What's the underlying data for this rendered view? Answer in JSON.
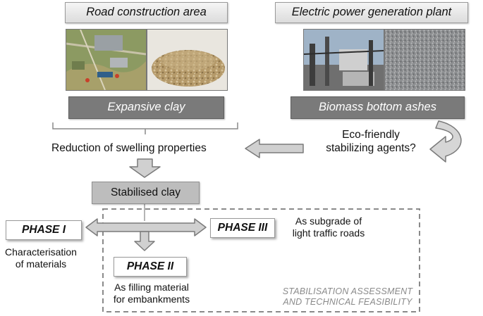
{
  "headers": {
    "road": "Road construction area",
    "plant": "Electric power generation plant"
  },
  "materials": {
    "clay": "Expansive clay",
    "ashes": "Biomass bottom ashes"
  },
  "process": {
    "reduction": "Reduction of swelling properties",
    "eco_line1": "Eco-friendly",
    "eco_line2": "stabilizing agents?",
    "stabilised": "Stabilised clay"
  },
  "phases": [
    {
      "label": "PHASE I",
      "desc_line1": "Characterisation",
      "desc_line2": "of materials"
    },
    {
      "label": "PHASE II",
      "desc_line1": "As filling material",
      "desc_line2": "for embankments"
    },
    {
      "label": "PHASE III",
      "desc_line1": "As subgrade of",
      "desc_line2": "light traffic roads"
    }
  ],
  "assessment": {
    "line1": "STABILISATION ASSESSMENT",
    "line2": "AND TECHNICAL FEASIBILITY"
  },
  "photos": [
    {
      "subject": "aerial-map-of-road-area"
    },
    {
      "subject": "clay-soil-sample"
    },
    {
      "subject": "power-plant-structure"
    },
    {
      "subject": "bottom-ash-texture"
    }
  ]
}
